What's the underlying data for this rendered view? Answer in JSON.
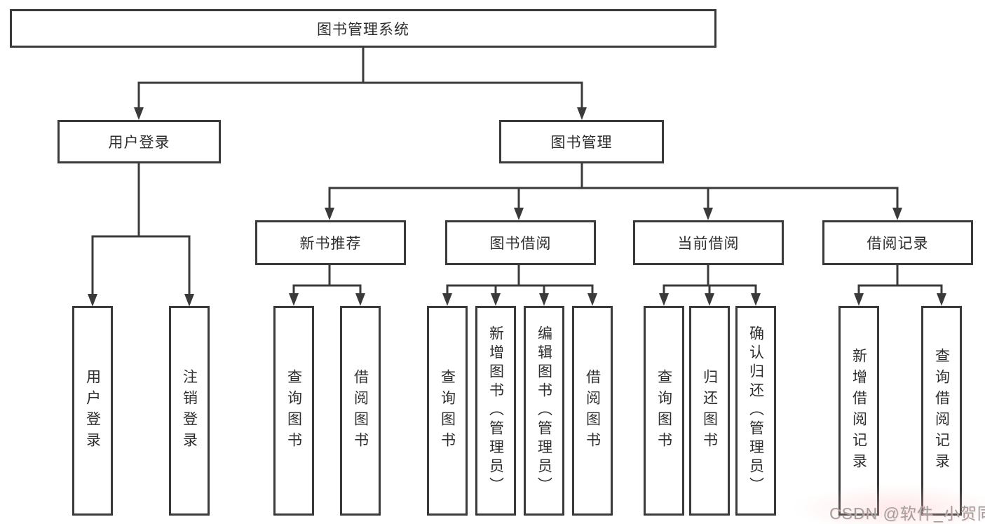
{
  "colors": {
    "line": "#3a3a3a",
    "text": "#2e2e2e",
    "background": "#ffffff",
    "watermark": "#9f9f9f"
  },
  "diagram": {
    "title": "图书管理系统",
    "level2": [
      {
        "label": "用户登录"
      },
      {
        "label": "图书管理"
      }
    ],
    "level3": [
      {
        "label": "新书推荐"
      },
      {
        "label": "图书借阅"
      },
      {
        "label": "当前借阅"
      },
      {
        "label": "借阅记录"
      }
    ],
    "leaves": {
      "user_login": "用户登录",
      "logout": "注销登录",
      "nb_query_books": "查询图书",
      "nb_borrow_books": "借阅图书",
      "bb_query_books": "查询图书",
      "bb_add_books": "新增图书（管理员）",
      "bb_edit_books": "编辑图书（管理员）",
      "bb_borrow_books": "借阅图书",
      "cb_query_books": "查询图书",
      "cb_return_books": "归还图书",
      "cb_confirm_return": "确认归还（管理员）",
      "br_add_record": "新增借阅记录",
      "br_query_record": "查询借阅记录"
    }
  },
  "watermark": {
    "text": "CSDN @软件_小贺同学"
  }
}
